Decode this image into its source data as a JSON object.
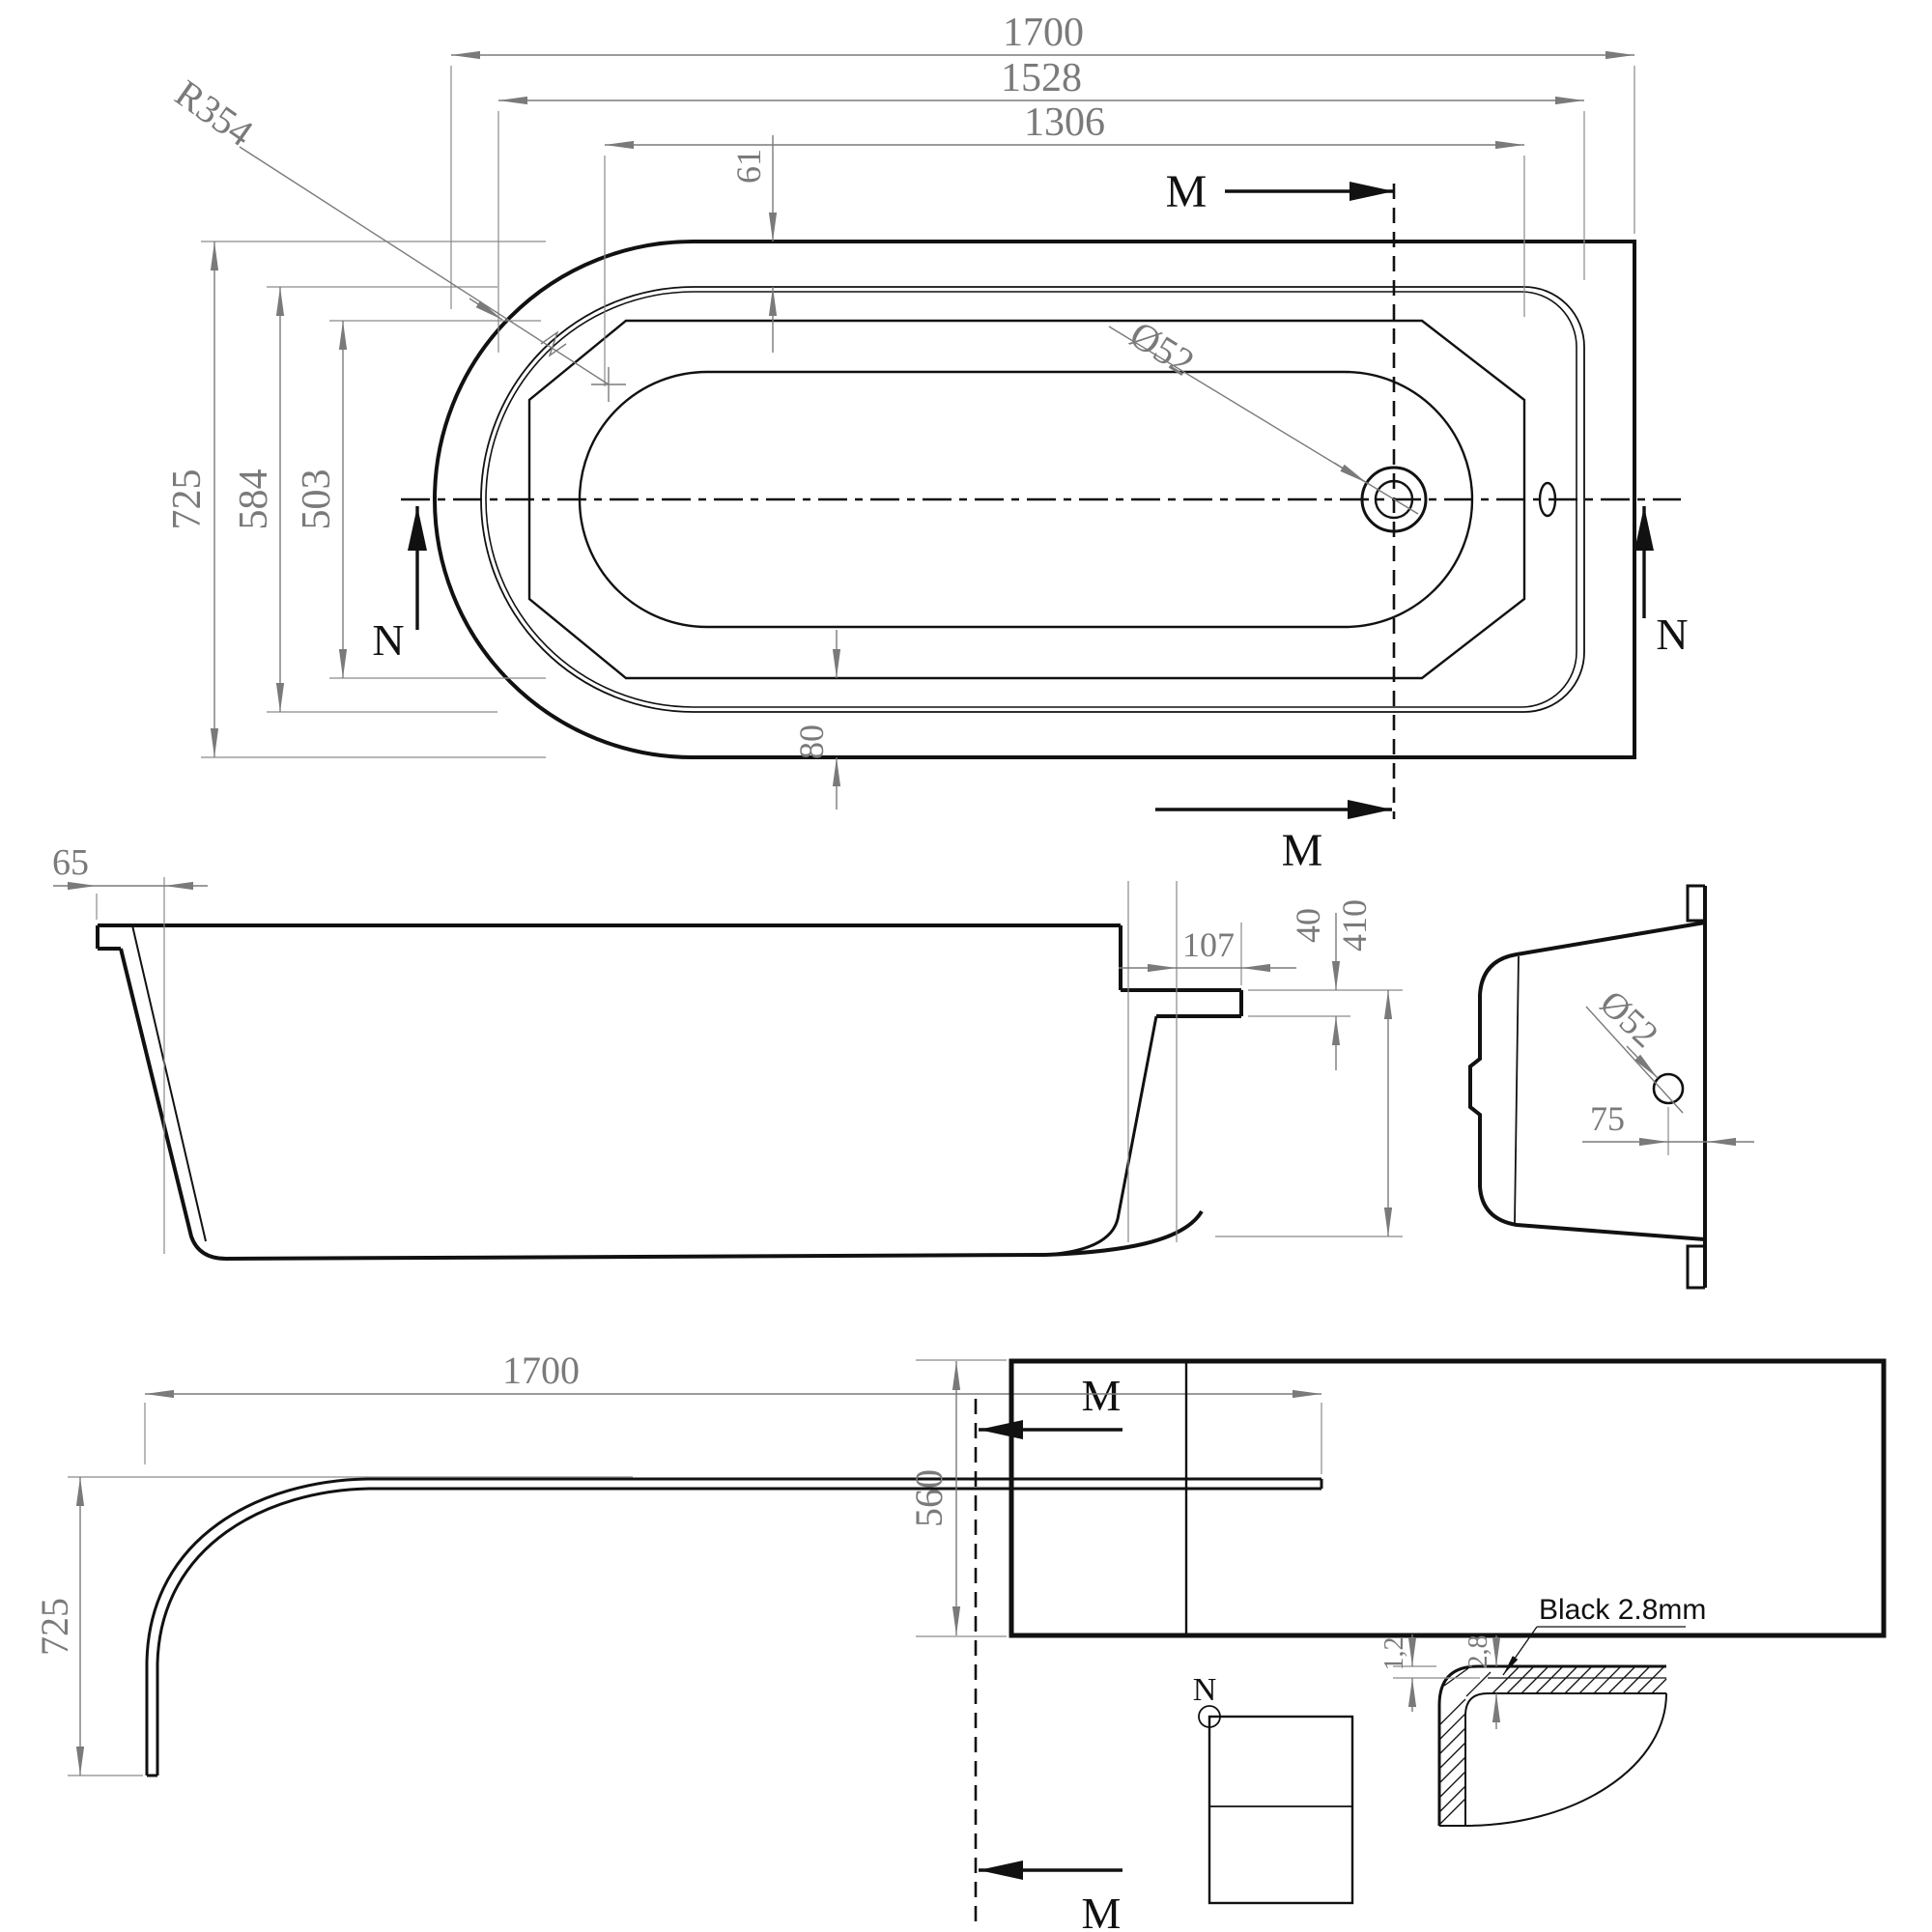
{
  "labels": {
    "m": "M",
    "n": "N"
  },
  "plan": {
    "overall_length": "1700",
    "rim_length": "1528",
    "basin_length": "1306",
    "rim_band_width": "61",
    "overall_width": "725",
    "rim_width": "584",
    "basin_width": "503",
    "end_radius": "R354",
    "drain_diameter": "Ø52",
    "bottom_band_width": "80"
  },
  "side": {
    "lip_overhang": "65",
    "ledge_length": "107",
    "ledge_thickness": "40",
    "depth": "410"
  },
  "end": {
    "drain_diameter": "Ø52",
    "drain_offset": "75"
  },
  "profile": {
    "length": "1700",
    "width": "725"
  },
  "panel": {
    "height": "560"
  },
  "corner_detail": {
    "layer_thickness": "1,2",
    "total_thickness": "2,8",
    "material_note": "Black 2.8mm"
  }
}
